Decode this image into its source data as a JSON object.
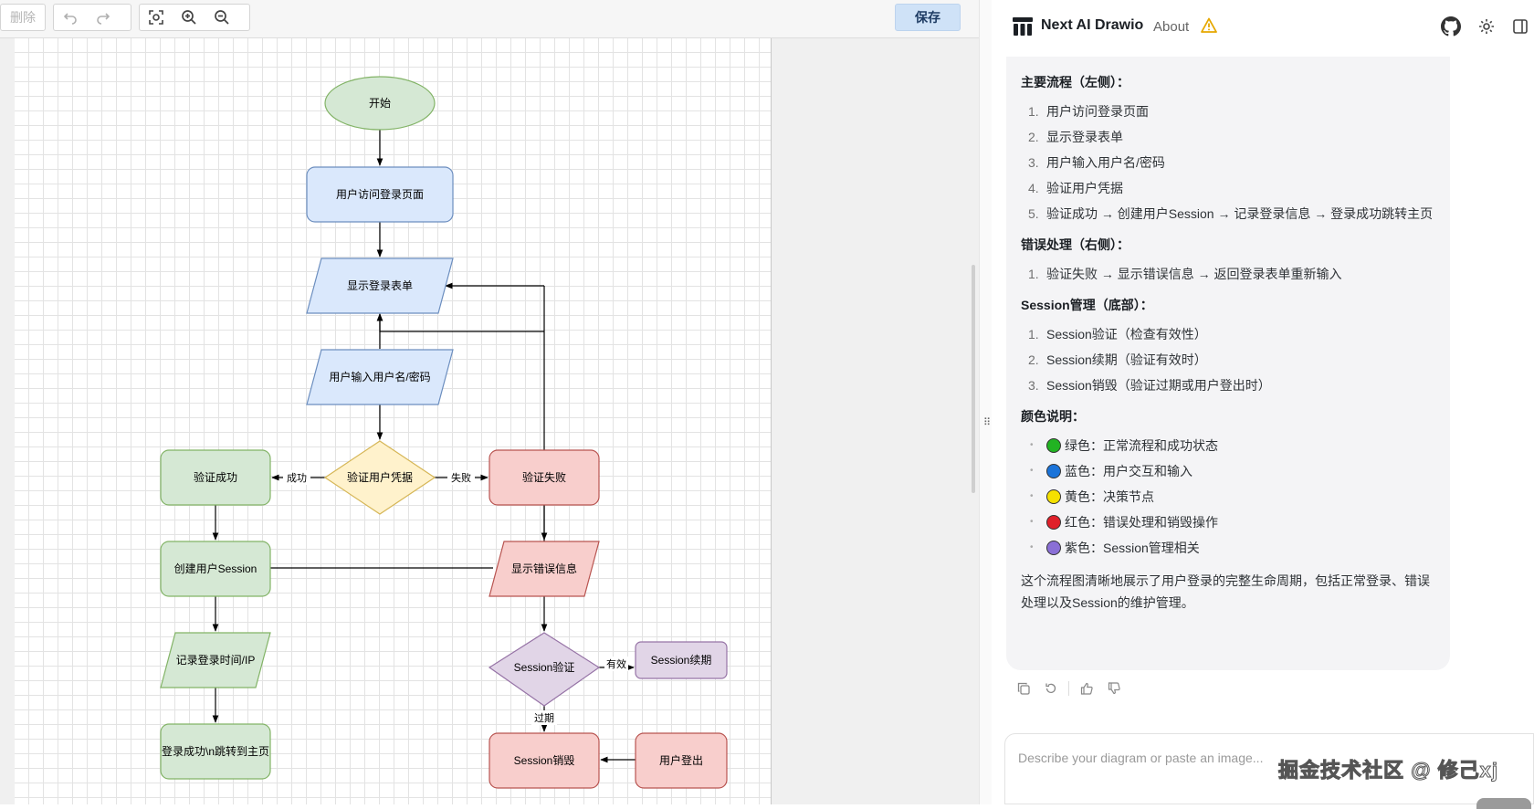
{
  "toolbar": {
    "delete_label": "删除",
    "save_label": "保存"
  },
  "diagram": {
    "nodes": {
      "start": "开始",
      "visit": "用户访问登录页面",
      "show_form": "显示登录表单",
      "input_cred": "用户输入用户名/密码",
      "verify": "验证用户凭据",
      "success": "验证成功",
      "fail": "验证失败",
      "create_session": "创建用户Session",
      "show_error": "显示错误信息",
      "record": "记录登录时间/IP",
      "session_verify": "Session验证",
      "session_renew": "Session续期",
      "redirect": "登录成功\\n跳转到主页",
      "session_destroy": "Session销毁",
      "logout": "用户登出"
    },
    "edges": {
      "success": "成功",
      "fail": "失败",
      "valid": "有效",
      "expired": "过期"
    }
  },
  "header": {
    "title": "Next AI Drawio",
    "about": "About"
  },
  "message": {
    "sections": [
      {
        "title": "主要流程（左侧）：",
        "items": [
          "用户访问登录页面",
          "显示登录表单",
          "用户输入用户名/密码",
          "验证用户凭据",
          "验证成功 → 创建用户Session → 记录登录信息 → 登录成功跳转主页"
        ]
      },
      {
        "title": "错误处理（右侧）：",
        "items": [
          "验证失败 → 显示错误信息 → 返回登录表单重新输入"
        ]
      },
      {
        "title": "Session管理（底部）：",
        "items": [
          "Session验证（检查有效性）",
          "Session续期（验证有效时）",
          "Session销毁（验证过期或用户登出时）"
        ]
      }
    ],
    "colors_title": "颜色说明：",
    "colors": [
      {
        "text": "绿色：正常流程和成功状态",
        "color": "#22b322"
      },
      {
        "text": "蓝色：用户交互和输入",
        "color": "#1a73d9"
      },
      {
        "text": "黄色：决策节点",
        "color": "#f5e100"
      },
      {
        "text": "红色：错误处理和销毁操作",
        "color": "#e0202a"
      },
      {
        "text": "紫色：Session管理相关",
        "color": "#8a6fd6"
      }
    ],
    "summary": "这个流程图清晰地展示了用户登录的完整生命周期，包括正常登录、错误处理以及Session的维护管理。"
  },
  "input": {
    "placeholder": "Describe your diagram or paste an image..."
  },
  "watermark": "掘金技术社区 @ 修己xj"
}
